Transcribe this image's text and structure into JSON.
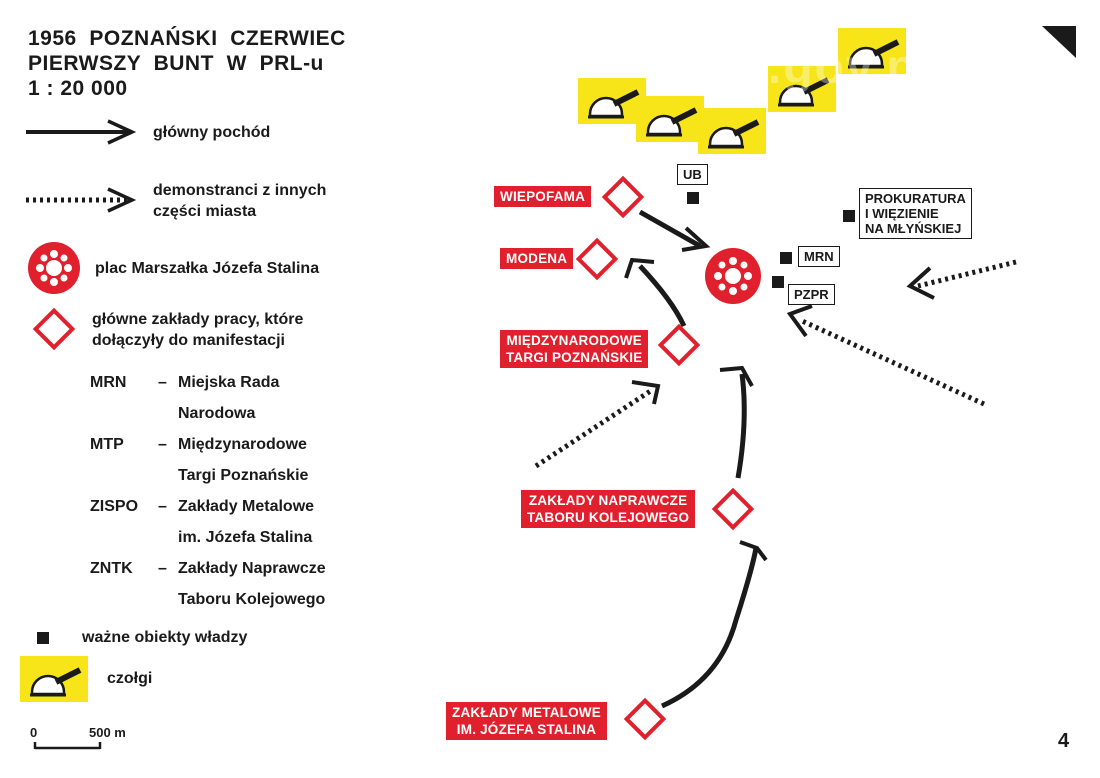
{
  "title": {
    "line1": "1956  POZNAŃSKI  CZERWIEC",
    "line2": "PIERWSZY  BUNT  W  PRL-u",
    "line3": "1 : 20 000"
  },
  "legend": {
    "main_march": "główny pochód",
    "other_demonstrators_1": "demonstranci z innych",
    "other_demonstrators_2": "części miasta",
    "square": "plac Marszałka Józefa  Stalina",
    "factories_1": "główne zakłady pracy, które",
    "factories_2": "dołączyły do manifestacji",
    "authority_objects": "ważne obiekty władzy",
    "tanks": "czołgi"
  },
  "abbreviations": [
    {
      "key": "MRN",
      "line1": "Miejska Rada",
      "line2": "Narodowa"
    },
    {
      "key": "MTP",
      "line1": "Międzynarodowe",
      "line2": "Targi Poznańskie"
    },
    {
      "key": "ZISPO",
      "line1": "Zakłady Metalowe",
      "line2": "im. Józefa Stalina"
    },
    {
      "key": "ZNTK",
      "line1": "Zakłady Naprawcze",
      "line2": "Taboru Kolejowego"
    }
  ],
  "abbr_dash": "–",
  "map_labels": {
    "wiepofama": "WIEPOFAMA",
    "modena": "MODENA",
    "mtp_1": "MIĘDZYNARODOWE",
    "mtp_2": "TARGI POZNAŃSKIE",
    "zntk_1": "ZAKŁADY NAPRAWCZE",
    "zntk_2": "TABORU KOLEJOWEGO",
    "zispo_1": "ZAKŁADY METALOWE",
    "zispo_2": "IM. JÓZEFA STALINA",
    "ub": "UB",
    "mrn": "MRN",
    "pzpr": "PZPR",
    "prokuratura_1": "PROKURATURA",
    "prokuratura_2": "I WIĘZIENIE",
    "prokuratura_3": "NA MŁYŃSKIEJ"
  },
  "scale": {
    "zero": "0",
    "distance": "500 m"
  },
  "page_number": "4",
  "watermark": "ipn.gov.pl",
  "colors": {
    "red": "#e0202c",
    "yellow": "#f7e51a",
    "black": "#1a1a1a"
  }
}
